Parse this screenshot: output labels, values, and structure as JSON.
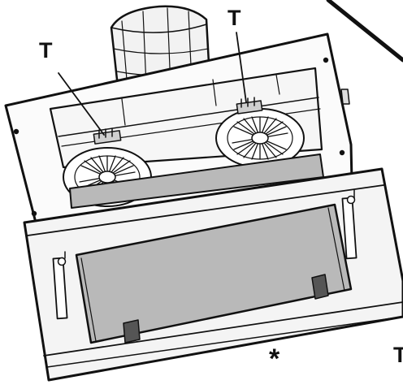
{
  "labels": {
    "left_terminal": "T",
    "right_terminal": "T",
    "asterisk": "*",
    "edge_terminal": "T"
  },
  "colors": {
    "line": "#111111",
    "panel": "#f4f4f4",
    "filter": "#b9b9b9",
    "filter_dark": "#555555",
    "outer": "#ffffff"
  },
  "components": {
    "motor_duct": "duct-icon",
    "fans": [
      "fan-left-icon",
      "fan-right-icon"
    ],
    "filter_tabs": 2,
    "screws": 6
  }
}
